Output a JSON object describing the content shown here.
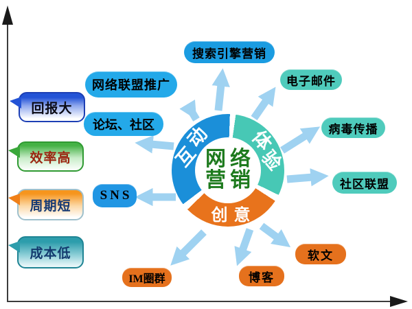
{
  "diagram_title": "网络营销",
  "ring": {
    "center_lines": [
      "网络",
      "营销"
    ],
    "center_text_color": "#1d7a1d",
    "segments": [
      {
        "label": "互动",
        "color": "#1b8fd9"
      },
      {
        "label": "体验",
        "color": "#47c8b5"
      },
      {
        "label": "创意",
        "color": "#e8731c"
      }
    ]
  },
  "channels": [
    {
      "label": "搜索引擎营销",
      "color": "#1b9ce1"
    },
    {
      "label": "电子邮件",
      "color": "#4fcbbc"
    },
    {
      "label": "网络联盟推广",
      "color": "#24a9e9"
    },
    {
      "label": "病毒传播",
      "color": "#4fcbbc"
    },
    {
      "label": "论坛、社区",
      "color": "#24a9e9"
    },
    {
      "label": "社区联盟",
      "color": "#4fcbbc"
    },
    {
      "label": "SNS",
      "color": "#2196e3"
    },
    {
      "label": "IM圈群",
      "color": "#e5711d"
    },
    {
      "label": "博客",
      "color": "#e5711d"
    },
    {
      "label": "软文",
      "color": "#e5711d"
    }
  ],
  "benefits": [
    {
      "label": "回报大",
      "theme_color": "#2353d6",
      "text_color": "#0a0a14"
    },
    {
      "label": "效率高",
      "theme_color": "#3fae3f",
      "text_color": "#9b2410"
    },
    {
      "label": "周期短",
      "theme_color": "#f6951d",
      "text_color": "#173a74"
    },
    {
      "label": "成本低",
      "theme_color": "#2d9dac",
      "text_color": "#133a6e"
    }
  ],
  "arrow_color": "#9fd2f1"
}
